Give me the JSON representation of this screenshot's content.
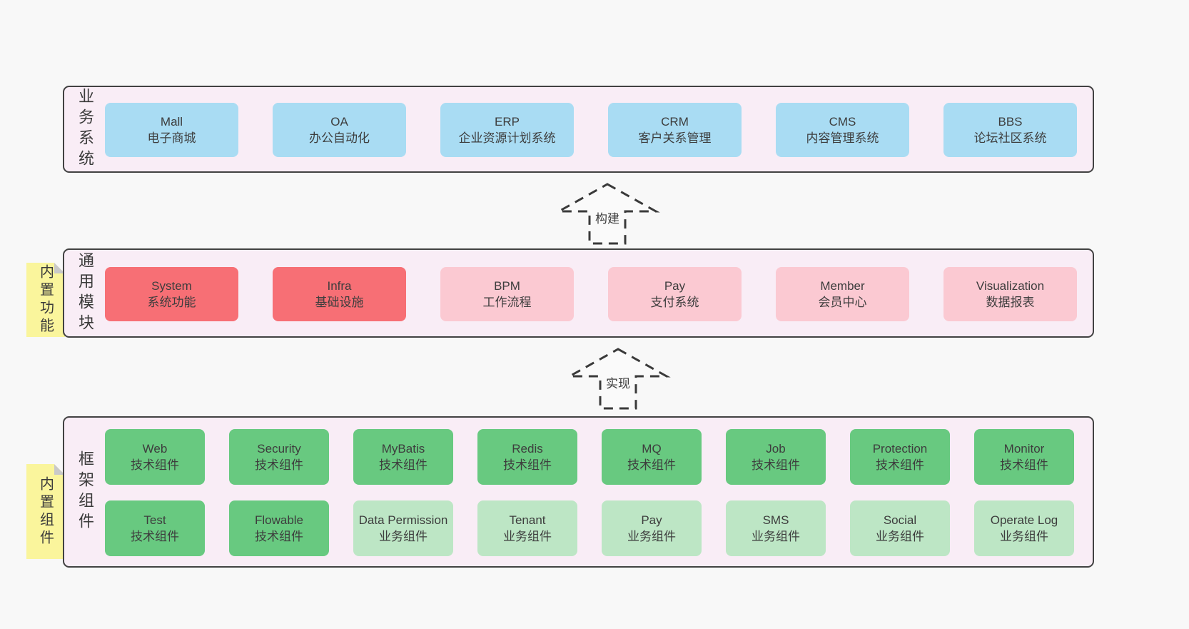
{
  "colors": {
    "page_bg": "#f8f8f8",
    "container_bg": "#f9edf6",
    "container_border": "#424242",
    "blue_box": "#a9dcf3",
    "red_box": "#f76f75",
    "pink_box": "#fbc9d2",
    "green_box": "#68c980",
    "light_green_box": "#bde6c5",
    "note_yellow": "#faf59c",
    "note_fold_gray": "#c9c9c9",
    "text": "#3d3d3d"
  },
  "layers": {
    "business": {
      "label": "业务系统",
      "boxes": [
        {
          "title": "Mall",
          "subtitle": "电子商城"
        },
        {
          "title": "OA",
          "subtitle": "办公自动化"
        },
        {
          "title": "ERP",
          "subtitle": "企业资源计划系统"
        },
        {
          "title": "CRM",
          "subtitle": "客户关系管理"
        },
        {
          "title": "CMS",
          "subtitle": "内容管理系统"
        },
        {
          "title": "BBS",
          "subtitle": "论坛社区系统"
        }
      ]
    },
    "modules": {
      "label": "通用模块",
      "note": "内置功能",
      "boxes": [
        {
          "title": "System",
          "subtitle": "系统功能",
          "variant": "red"
        },
        {
          "title": "Infra",
          "subtitle": "基础设施",
          "variant": "red"
        },
        {
          "title": "BPM",
          "subtitle": "工作流程",
          "variant": "pink"
        },
        {
          "title": "Pay",
          "subtitle": "支付系统",
          "variant": "pink"
        },
        {
          "title": "Member",
          "subtitle": "会员中心",
          "variant": "pink"
        },
        {
          "title": "Visualization",
          "subtitle": "数据报表",
          "variant": "pink"
        }
      ]
    },
    "components": {
      "label": "框架组件",
      "note": "内置组件",
      "rows": [
        [
          {
            "title": "Web",
            "subtitle": "技术组件",
            "variant": "green"
          },
          {
            "title": "Security",
            "subtitle": "技术组件",
            "variant": "green"
          },
          {
            "title": "MyBatis",
            "subtitle": "技术组件",
            "variant": "green"
          },
          {
            "title": "Redis",
            "subtitle": "技术组件",
            "variant": "green"
          },
          {
            "title": "MQ",
            "subtitle": "技术组件",
            "variant": "green"
          },
          {
            "title": "Job",
            "subtitle": "技术组件",
            "variant": "green"
          },
          {
            "title": "Protection",
            "subtitle": "技术组件",
            "variant": "green"
          },
          {
            "title": "Monitor",
            "subtitle": "技术组件",
            "variant": "green"
          }
        ],
        [
          {
            "title": "Test",
            "subtitle": "技术组件",
            "variant": "green"
          },
          {
            "title": "Flowable",
            "subtitle": "技术组件",
            "variant": "green"
          },
          {
            "title": "Data Permission",
            "subtitle": "业务组件",
            "variant": "lgreen"
          },
          {
            "title": "Tenant",
            "subtitle": "业务组件",
            "variant": "lgreen"
          },
          {
            "title": "Pay",
            "subtitle": "业务组件",
            "variant": "lgreen"
          },
          {
            "title": "SMS",
            "subtitle": "业务组件",
            "variant": "lgreen"
          },
          {
            "title": "Social",
            "subtitle": "业务组件",
            "variant": "lgreen"
          },
          {
            "title": "Operate Log",
            "subtitle": "业务组件",
            "variant": "lgreen"
          }
        ]
      ]
    }
  },
  "arrows": [
    {
      "label": "构建"
    },
    {
      "label": "实现"
    }
  ]
}
